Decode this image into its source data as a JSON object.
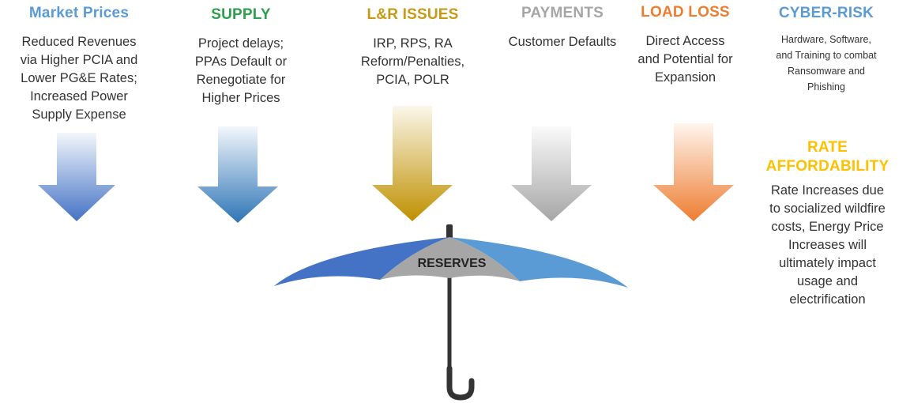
{
  "categories": [
    {
      "title": "Market Prices",
      "color": "#5b9bd5",
      "lines": [
        "Reduced Revenues",
        "via Higher PCIA and",
        "Lower PG&E Rates;",
        "Increased Power",
        "Supply Expense"
      ]
    },
    {
      "title": "SUPPLY",
      "color": "#2e9e4c",
      "lines": [
        "Project delays;",
        "PPAs Default or",
        "Renegotiate for",
        "Higher Prices"
      ]
    },
    {
      "title": "L&R ISSUES",
      "color": "#c79a15",
      "lines": [
        "IRP, RPS, RA",
        "Reform/Penalties,",
        "PCIA,  POLR"
      ]
    },
    {
      "title": "PAYMENTS",
      "color": "#a6a6a6",
      "lines": [
        "Customer Defaults"
      ]
    },
    {
      "title": "LOAD LOSS",
      "color": "#ed7d31",
      "lines": [
        "Direct Access",
        "and Potential for",
        "Expansion"
      ]
    },
    {
      "title": "CYBER-RISK",
      "color": "#5b9bd5",
      "lines": [
        "Hardware, Software,",
        "and Training to combat",
        "Ransomware and",
        "Phishing"
      ]
    },
    {
      "title_lines": [
        "RATE",
        "AFFORDABILITY"
      ],
      "color": "#ffc000",
      "lines": [
        "Rate Increases due",
        "to socialized wildfire",
        "costs, Energy Price",
        "Increases will",
        "ultimately impact",
        "usage and",
        "electrification"
      ]
    }
  ],
  "arrows": [
    {
      "color_top": "#f3f7fc",
      "color_bottom": "#4472c4"
    },
    {
      "color_top": "#f3f7fc",
      "color_bottom": "#2e75b6"
    },
    {
      "color_top": "#fbf7ea",
      "color_bottom": "#bf9000"
    },
    {
      "color_top": "#fafafa",
      "color_bottom": "#a6a6a6"
    },
    {
      "color_top": "#fff5ee",
      "color_bottom": "#ed7d31"
    }
  ],
  "umbrella": {
    "label": "RESERVES",
    "left_color": "#4472c4",
    "center_color": "#a6a6a6",
    "right_color": "#5b9bd5",
    "handle_color": "#333333"
  }
}
